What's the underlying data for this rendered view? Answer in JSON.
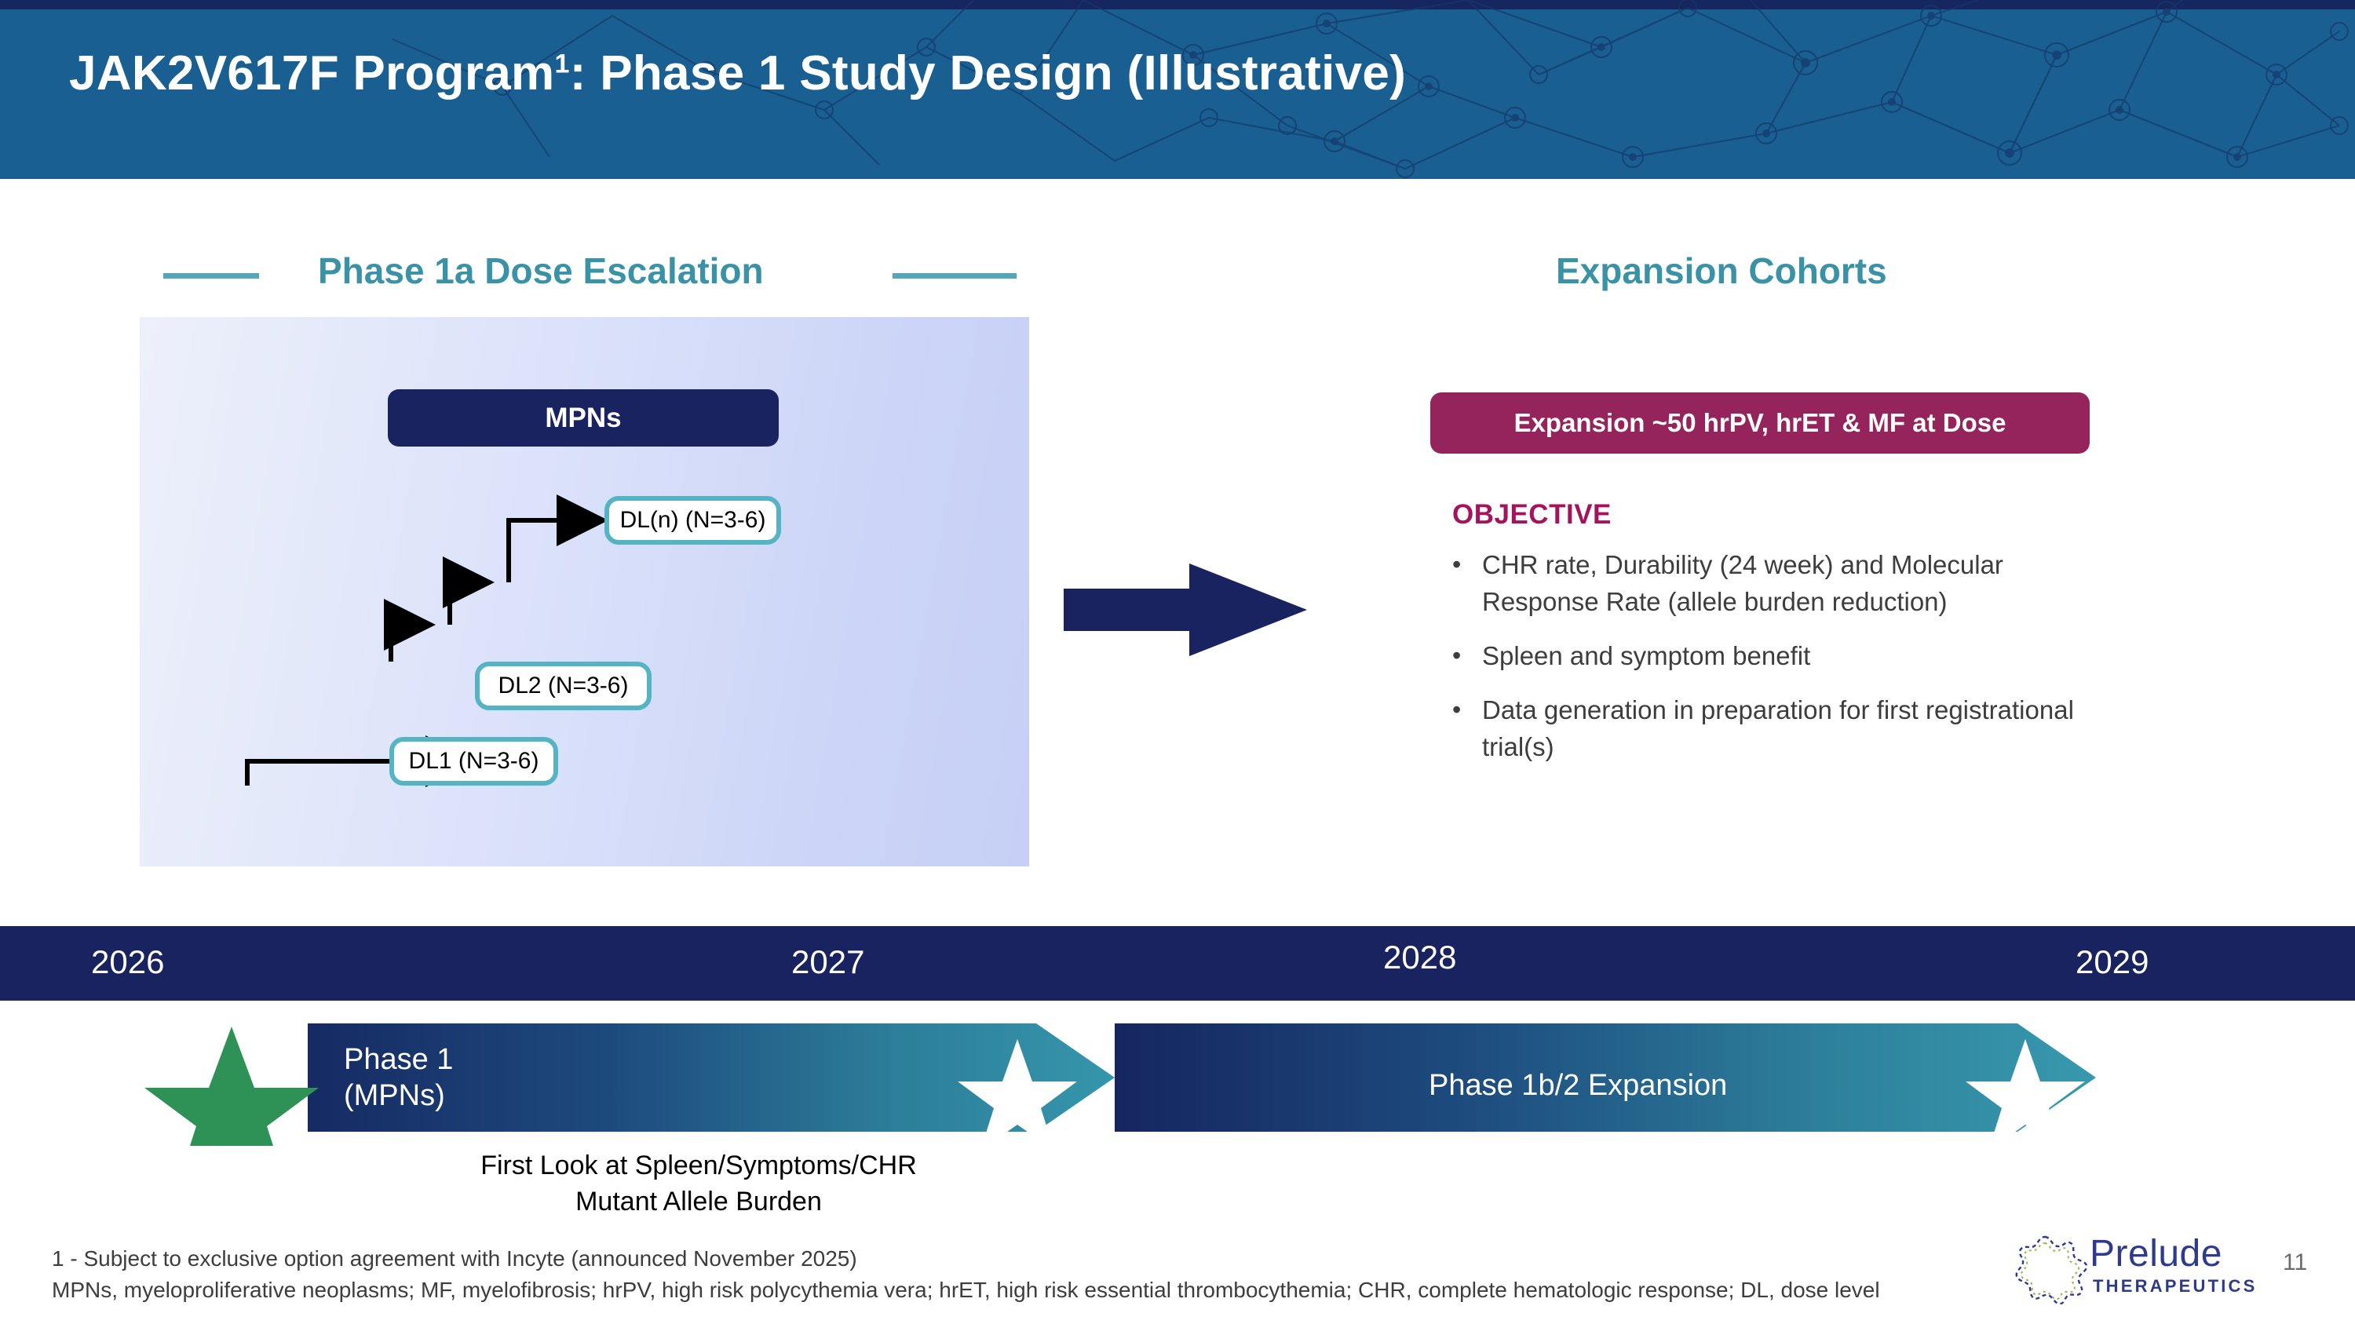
{
  "header": {
    "title_main": "JAK2V617F Program",
    "title_sup": "1",
    "title_rest": ":  Phase 1 Study Design (Illustrative)",
    "band_color": "#1a5f91",
    "strip_color": "#16265e",
    "network_icon": "network-pattern"
  },
  "sections": {
    "escalation_title": "Phase 1a Dose Escalation",
    "expansion_title": "Expansion Cohorts",
    "accent_teal": "#3a92a6",
    "rule_color": "#55a7b8"
  },
  "escalation": {
    "population_box": "MPNs",
    "population_box_color": "#19235f",
    "dose_levels": [
      {
        "label": "DL(n) (N=3-6)"
      },
      {
        "label": "DL2 (N=3-6)"
      },
      {
        "label": "DL1 (N=3-6)"
      }
    ],
    "box_border_color": "#55b4c4",
    "arrow_icon": "escalation-arrow"
  },
  "transition": {
    "arrow_icon": "right-arrow-icon",
    "arrow_color": "#19235f"
  },
  "expansion": {
    "banner_label": "Expansion ~50 hrPV, hrET & MF at Dose",
    "banner_color": "#95235c",
    "objective_heading": "OBJECTIVE",
    "objective_color": "#a4145e",
    "bullet_glyph": "•",
    "objectives": [
      "CHR rate, Durability (24 week) and Molecular Response Rate (allele burden reduction)",
      "Spleen and symptom benefit",
      "Data generation in preparation for first registrational trial(s)"
    ]
  },
  "timeline": {
    "band_color": "#19235f",
    "years": [
      "2026",
      "2027",
      "2028",
      "2029"
    ],
    "milestones": [
      {
        "icon": "green-star-icon",
        "color": "#2e9155"
      },
      {
        "icon": "white-star-icon",
        "color": "#ffffff"
      },
      {
        "icon": "white-star-icon",
        "color": "#ffffff"
      }
    ],
    "chevrons": [
      {
        "label": "Phase 1\n(MPNs)"
      },
      {
        "label": "Phase 1b/2 Expansion"
      }
    ],
    "caption": "First Look at Spleen/Symptoms/CHR\nMutant Allele Burden"
  },
  "footnotes": {
    "line1": "1 - Subject to exclusive option agreement with Incyte (announced November 2025)",
    "line2": "MPNs, myeloproliferative neoplasms; MF, myelofibrosis; hrPV, high risk polycythemia vera; hrET, high risk essential thrombocythemia; CHR, complete hematologic response; DL, dose level"
  },
  "logo": {
    "mark_icon": "prelude-burst-icon",
    "wordmark": "Prelude",
    "subtitle": "THERAPEUTICS",
    "color": "#2e3a8c"
  },
  "page_number": "11"
}
